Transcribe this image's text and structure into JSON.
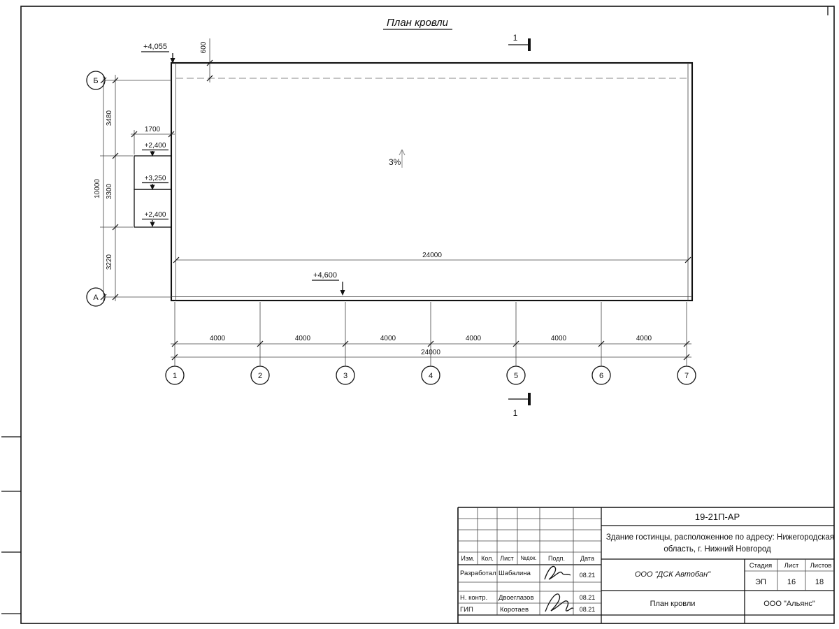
{
  "sheet": {
    "title": "План кровли"
  },
  "plan": {
    "slope": "3%",
    "section_mark": "1",
    "elevations": {
      "top_left": "+4,055",
      "annex_upper": "+2,400",
      "annex_middle": "+3,250",
      "annex_lower": "+2,400",
      "bottom": "+4,600"
    },
    "dims": {
      "overhang": "600",
      "annex_width": "1700",
      "inner_total": "24000",
      "left_chain": [
        "3480",
        "3300",
        "3220"
      ],
      "left_total": "10000",
      "bottom_chain": [
        "4000",
        "4000",
        "4000",
        "4000",
        "4000",
        "4000"
      ],
      "bottom_total": "24000"
    },
    "axes_h": [
      "1",
      "2",
      "3",
      "4",
      "5",
      "6",
      "7"
    ],
    "axes_v": {
      "top": "Б",
      "bottom": "А"
    }
  },
  "title_block": {
    "doc_code": "19-21П-АР",
    "object_line1": "Здание гостинцы, расположенное по адресу: Нижегородская",
    "object_line2": "область, г. Нижний Новгород",
    "cols": [
      "Изм.",
      "Кол.",
      "Лист",
      "№док.",
      "Подп.",
      "Дата"
    ],
    "rows": [
      {
        "role": "Разработал",
        "name": "Шабалина",
        "date": "08.21"
      },
      {
        "role": "Н. контр.",
        "name": "Двоеглазов",
        "date": "08.21"
      },
      {
        "role": "ГИП",
        "name": "Коротаев",
        "date": "08.21"
      }
    ],
    "org": "ООО \"ДСК Автобан\"",
    "stage_label": "Стадия",
    "sheet_label": "Лист",
    "sheets_label": "Листов",
    "stage": "ЭП",
    "sheet_num": "16",
    "sheets_total": "18",
    "drawing_title": "План кровли",
    "firm": "ООО \"Альянс\""
  }
}
